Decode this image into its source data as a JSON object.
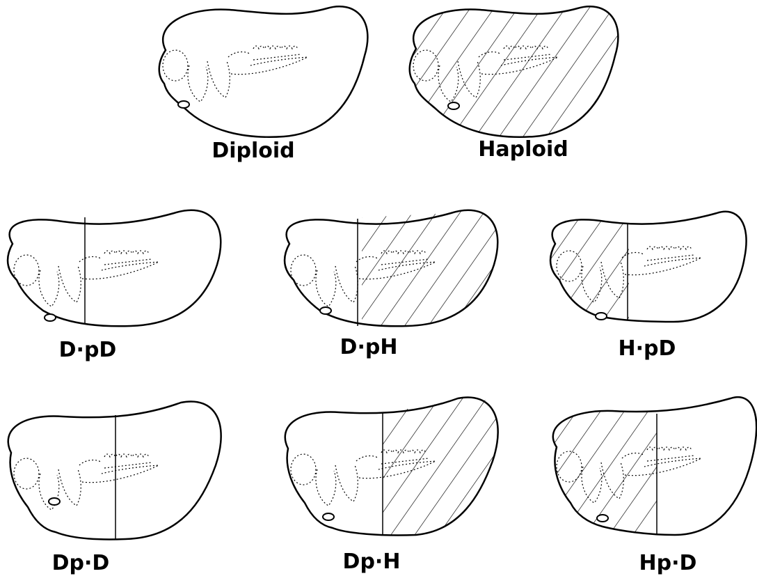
{
  "figure": {
    "rows": [
      {
        "panels": [
          {
            "label": "Diploid",
            "hatch": "none"
          },
          {
            "label": "Haploid",
            "hatch": "all"
          }
        ]
      },
      {
        "panels": [
          {
            "label": "D·pD",
            "hatch": "none"
          },
          {
            "label": "D·pH",
            "hatch": "right"
          },
          {
            "label": "H·pD",
            "hatch": "left"
          }
        ]
      },
      {
        "panels": [
          {
            "label": "Dp·D",
            "hatch": "none"
          },
          {
            "label": "Dp·H",
            "hatch": "right"
          },
          {
            "label": "Hp·D",
            "hatch": "left"
          }
        ]
      }
    ]
  }
}
